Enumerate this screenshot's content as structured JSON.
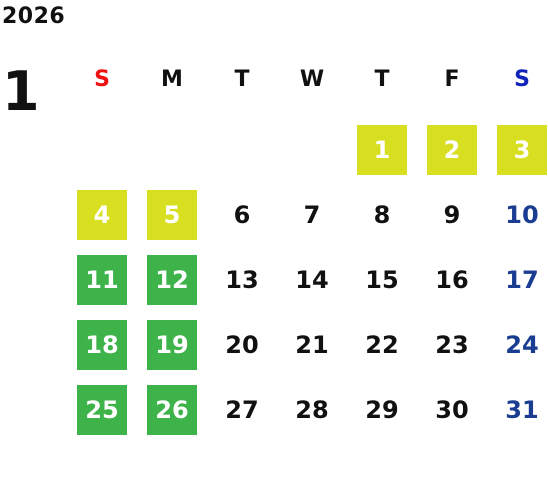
{
  "year": "2026",
  "month": "1",
  "colors": {
    "sunday": "#ee1111",
    "saturday": "#1122bb",
    "saturday_date": "#1a3d91",
    "yellow_highlight": "#d8de20",
    "green_highlight": "#3db34a",
    "normal_text": "#111111"
  },
  "weekdays": [
    "S",
    "M",
    "T",
    "W",
    "T",
    "F",
    "S"
  ],
  "days": [
    {
      "n": "1",
      "col": 5,
      "row": 0,
      "hl": "yellow"
    },
    {
      "n": "2",
      "col": 6,
      "row": 0,
      "hl": "yellow"
    },
    {
      "n": "3",
      "col": 7,
      "row": 0,
      "hl": "yellow"
    },
    {
      "n": "4",
      "col": 1,
      "row": 1,
      "hl": "yellow"
    },
    {
      "n": "5",
      "col": 2,
      "row": 1,
      "hl": "yellow"
    },
    {
      "n": "6",
      "col": 3,
      "row": 1,
      "hl": ""
    },
    {
      "n": "7",
      "col": 4,
      "row": 1,
      "hl": ""
    },
    {
      "n": "8",
      "col": 5,
      "row": 1,
      "hl": ""
    },
    {
      "n": "9",
      "col": 6,
      "row": 1,
      "hl": ""
    },
    {
      "n": "10",
      "col": 7,
      "row": 1,
      "hl": ""
    },
    {
      "n": "11",
      "col": 1,
      "row": 2,
      "hl": "green"
    },
    {
      "n": "12",
      "col": 2,
      "row": 2,
      "hl": "green"
    },
    {
      "n": "13",
      "col": 3,
      "row": 2,
      "hl": ""
    },
    {
      "n": "14",
      "col": 4,
      "row": 2,
      "hl": ""
    },
    {
      "n": "15",
      "col": 5,
      "row": 2,
      "hl": ""
    },
    {
      "n": "16",
      "col": 6,
      "row": 2,
      "hl": ""
    },
    {
      "n": "17",
      "col": 7,
      "row": 2,
      "hl": ""
    },
    {
      "n": "18",
      "col": 1,
      "row": 3,
      "hl": "green"
    },
    {
      "n": "19",
      "col": 2,
      "row": 3,
      "hl": "green"
    },
    {
      "n": "20",
      "col": 3,
      "row": 3,
      "hl": ""
    },
    {
      "n": "21",
      "col": 4,
      "row": 3,
      "hl": ""
    },
    {
      "n": "22",
      "col": 5,
      "row": 3,
      "hl": ""
    },
    {
      "n": "23",
      "col": 6,
      "row": 3,
      "hl": ""
    },
    {
      "n": "24",
      "col": 7,
      "row": 3,
      "hl": ""
    },
    {
      "n": "25",
      "col": 1,
      "row": 4,
      "hl": "green"
    },
    {
      "n": "26",
      "col": 2,
      "row": 4,
      "hl": "green"
    },
    {
      "n": "27",
      "col": 3,
      "row": 4,
      "hl": ""
    },
    {
      "n": "28",
      "col": 4,
      "row": 4,
      "hl": ""
    },
    {
      "n": "29",
      "col": 5,
      "row": 4,
      "hl": ""
    },
    {
      "n": "30",
      "col": 6,
      "row": 4,
      "hl": ""
    },
    {
      "n": "31",
      "col": 7,
      "row": 4,
      "hl": ""
    }
  ]
}
